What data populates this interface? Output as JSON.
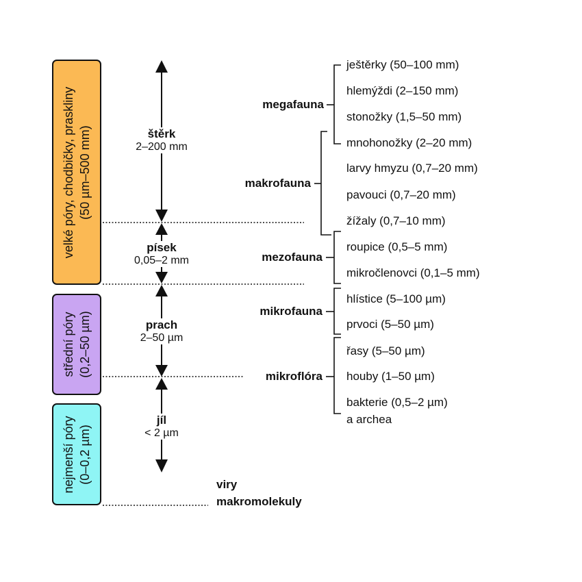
{
  "pores": [
    {
      "id": "large",
      "lines": [
        "velké póry, chodbičky, praskliny",
        "(50 µm–500 mm)"
      ],
      "color": "#fbb954"
    },
    {
      "id": "medium",
      "lines": [
        "střední póry",
        "(0,2–50 µm)"
      ],
      "color": "#c9a5f2"
    },
    {
      "id": "smallest",
      "lines": [
        "nejmenší póry",
        "(0–0,2 µm)"
      ],
      "color": "#8ff5f5"
    }
  ],
  "soil_fractions": [
    {
      "name": "štěrk",
      "size": "2–200 mm"
    },
    {
      "name": "písek",
      "size": "0,05–2 mm"
    },
    {
      "name": "prach",
      "size": "2–50 µm"
    },
    {
      "name": "jíl",
      "size": "< 2 µm"
    }
  ],
  "groups": [
    {
      "name": "megafauna",
      "items": [
        "ještěrky (50–100 mm)",
        "hlemýždi (2–150 mm)",
        "stonožky (1,5–50 mm)",
        "mnohonožky (2–20 mm)"
      ]
    },
    {
      "name": "makrofauna",
      "items": [
        "mnohonožky (2–20 mm)",
        "larvy hmyzu (0,7–20 mm)",
        "pavouci (0,7–20 mm)",
        "žížaly (0,7–10 mm)"
      ]
    },
    {
      "name": "mezofauna",
      "items": [
        "roupice (0,5–5 mm)",
        "mikročlenovci (0,1–5 mm)"
      ]
    },
    {
      "name": "mikrofauna",
      "items": [
        "hlístice (5–100 µm)",
        "prvoci (5–50 µm)"
      ]
    },
    {
      "name": "mikroflóra",
      "items": [
        "řasy (5–50 µm)",
        "houby (1–50 µm)",
        "bakterie (0,5–2 µm)",
        "a archea"
      ]
    }
  ],
  "items": [
    "ještěrky (50–100 mm)",
    "hlemýždi (2–150 mm)",
    "stonožky (1,5–50 mm)",
    "mnohonožky (2–20 mm)",
    "larvy hmyzu (0,7–20 mm)",
    "pavouci (0,7–20 mm)",
    "žížaly (0,7–10 mm)",
    "roupice (0,5–5 mm)",
    "mikročlenovci (0,1–5 mm)",
    "hlístice (5–100 µm)",
    "prvoci (5–50 µm)",
    "řasy (5–50 µm)",
    "houby (1–50 µm)",
    "bakterie (0,5–2 µm)",
    "a archea"
  ],
  "bottom_labels": [
    "viry",
    "makromolekuly"
  ]
}
